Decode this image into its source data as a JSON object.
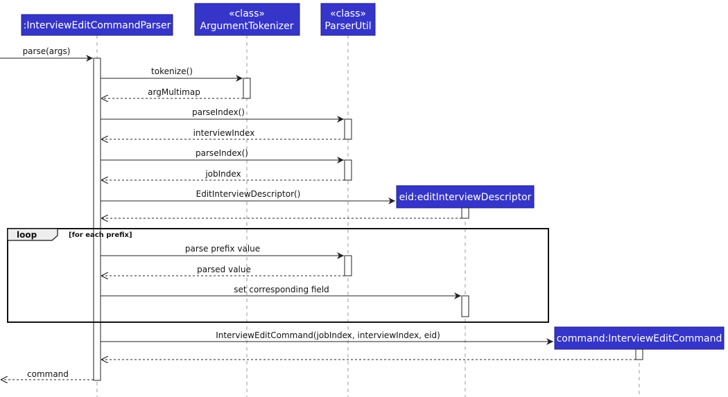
{
  "participants": {
    "parser": {
      "label": ":InterviewEditCommandParser"
    },
    "tokenizer": {
      "stereotype": "«class»",
      "label": "ArgumentTokenizer"
    },
    "parserutil": {
      "stereotype": "«class»",
      "label": "ParserUtil"
    },
    "eid": {
      "label": "eid:editInterviewDescriptor"
    },
    "command": {
      "label": "command:InterviewEditCommand"
    }
  },
  "messages": {
    "parse": "parse(args)",
    "tokenize": "tokenize()",
    "argmultimap": "argMultimap",
    "parseindex1": "parseIndex()",
    "interviewindex": "interviewIndex",
    "parseindex2": "parseIndex()",
    "jobindex": "jobIndex",
    "create_eid": "EditInterviewDescriptor()",
    "parse_prefix": "parse prefix value",
    "parsed_value": "parsed value",
    "set_field": "set corresponding field",
    "create_command": "InterviewEditCommand(jobIndex, interviewIndex, eid)",
    "command_return": "command"
  },
  "loop": {
    "keyword": "loop",
    "guard": "[for each prefix]"
  },
  "colors": {
    "participant_fill": "#3535c9",
    "participant_text": "#ffffff",
    "line": "#222222"
  }
}
